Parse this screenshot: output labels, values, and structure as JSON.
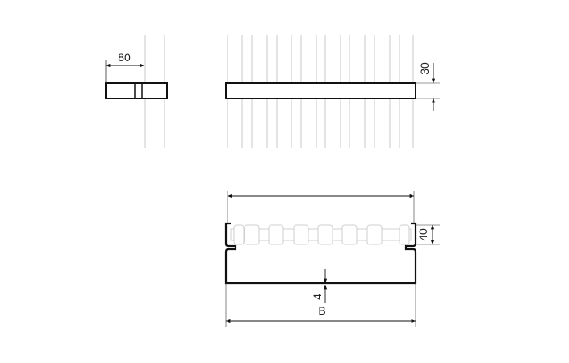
{
  "dimensions": {
    "width_label": "80",
    "height_label": "30",
    "depth_label": "40",
    "thickness_label": "4",
    "span_label": "B"
  },
  "colors": {
    "outline": "#111111",
    "guide": "#c8c8c8",
    "roller": "#d9d9d9"
  }
}
